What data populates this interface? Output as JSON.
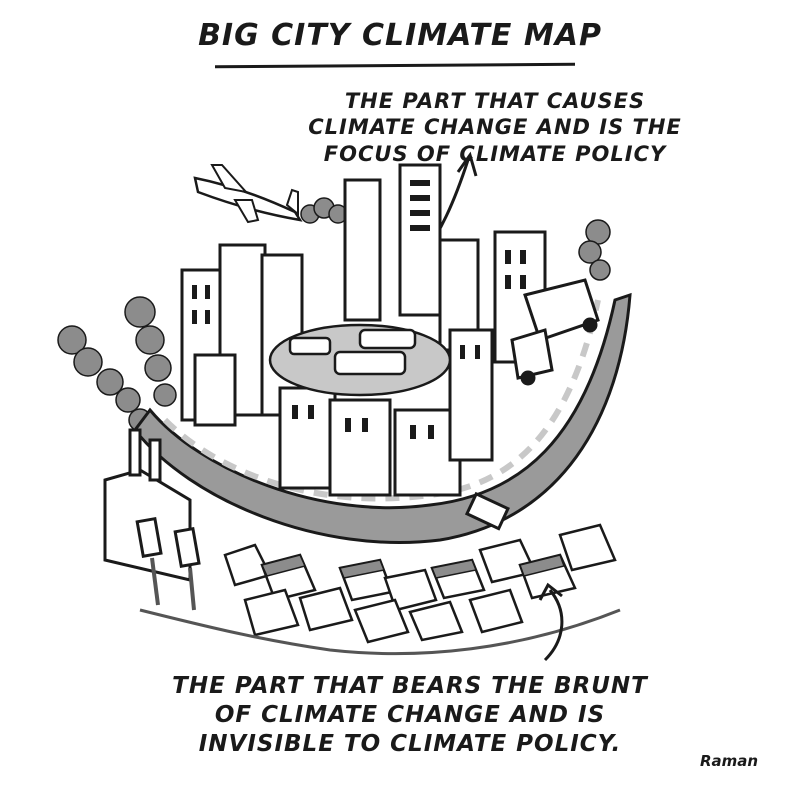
{
  "title": "BIG CITY CLIMATE MAP",
  "caption_top": "THE PART THAT CAUSES CLIMATE CHANGE AND IS THE FOCUS OF CLIMATE POLICY",
  "caption_bottom": "THE PART THAT BEARS THE BRUNT OF CLIMATE CHANGE AND IS INVISIBLE TO CLIMATE POLICY.",
  "signature": "Raman",
  "colors": {
    "ink": "#1a1a1a",
    "mid_gray": "#8c8c8c",
    "light_gray": "#c8c8c8",
    "dark_gray": "#555555",
    "road": "#9a9a9a"
  }
}
